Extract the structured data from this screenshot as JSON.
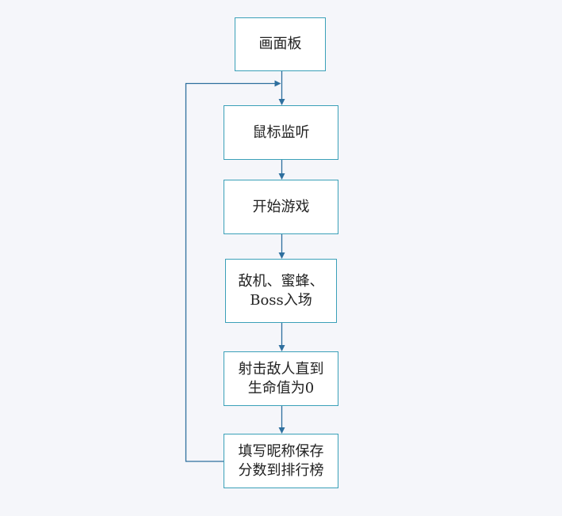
{
  "colors": {
    "background": "#f5f6fa",
    "node_fill": "#ffffff",
    "node_border": "#3aa0b8",
    "edge": "#2e6f9e",
    "text": "#222222"
  },
  "nodes": [
    {
      "id": "canvas",
      "lines": [
        "画面板"
      ]
    },
    {
      "id": "mouse",
      "lines": [
        "鼠标监听"
      ]
    },
    {
      "id": "start",
      "lines": [
        "开始游戏"
      ]
    },
    {
      "id": "enemies",
      "lines": [
        "敌机、蜜蜂、",
        "Boss入场"
      ]
    },
    {
      "id": "shoot",
      "lines": [
        "射击敌人直到",
        "生命值为0"
      ]
    },
    {
      "id": "save",
      "lines": [
        "填写昵称保存",
        "分数到排行榜"
      ]
    }
  ],
  "edges": [
    {
      "from": "canvas",
      "to": "mouse"
    },
    {
      "from": "mouse",
      "to": "start"
    },
    {
      "from": "start",
      "to": "enemies"
    },
    {
      "from": "enemies",
      "to": "shoot"
    },
    {
      "from": "shoot",
      "to": "save"
    },
    {
      "from": "save",
      "to": "mouse",
      "route": "loop-left"
    }
  ]
}
